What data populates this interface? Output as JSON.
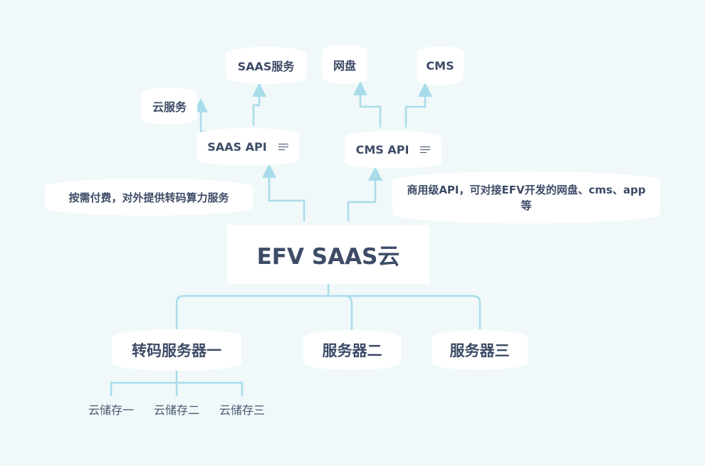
{
  "root": {
    "label": "EFV SAAS云"
  },
  "saas_api": {
    "label": "SAAS API",
    "note": "按需付费，对外提供转码算力服务"
  },
  "cms_api": {
    "label": "CMS API",
    "note": "商用级API，可对接EFV开发的网盘、cms、app等"
  },
  "saas_children": [
    "云服务",
    "SAAS服务"
  ],
  "cms_children": [
    "网盘",
    "CMS"
  ],
  "servers": [
    {
      "label": "转码服务器一",
      "storage": [
        "云储存一",
        "云储存二",
        "云储存三"
      ]
    },
    {
      "label": "服务器二"
    },
    {
      "label": "服务器三"
    }
  ],
  "colors": {
    "background": "#f0f8fa",
    "connector": "#a8dcea",
    "node": "#ffffff",
    "text": "#3d4b66"
  }
}
